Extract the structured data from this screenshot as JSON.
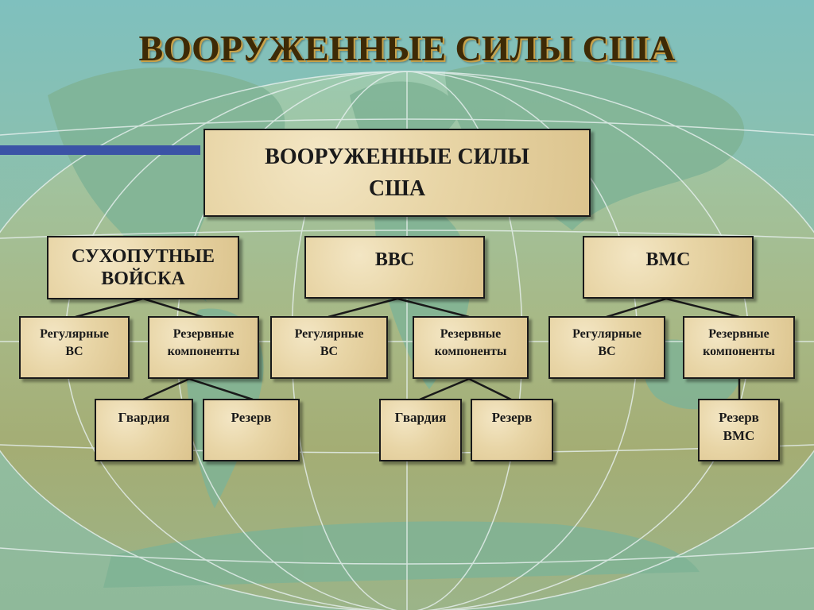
{
  "title": "ВООРУЖЕННЫЕ СИЛЫ США",
  "root": {
    "label": "ВООРУЖЕННЫЕ СИЛЫ\nСША"
  },
  "branches": [
    {
      "label": "СУХОПУТНЫЕ\nВОЙСКА",
      "regular": "Регулярные\nВС",
      "reserve": "Резервные\nкомпоненты",
      "sub": [
        "Гвардия",
        "Резерв"
      ]
    },
    {
      "label": "ВВС",
      "regular": "Регулярные\nВС",
      "reserve": "Резервные\nкомпоненты",
      "sub": [
        "Гвардия",
        "Резерв"
      ]
    },
    {
      "label": "ВМС",
      "regular": "Регулярные\nВС",
      "reserve": "Резервные\nкомпоненты",
      "sub": [
        "Резерв\nВМС"
      ]
    }
  ]
}
